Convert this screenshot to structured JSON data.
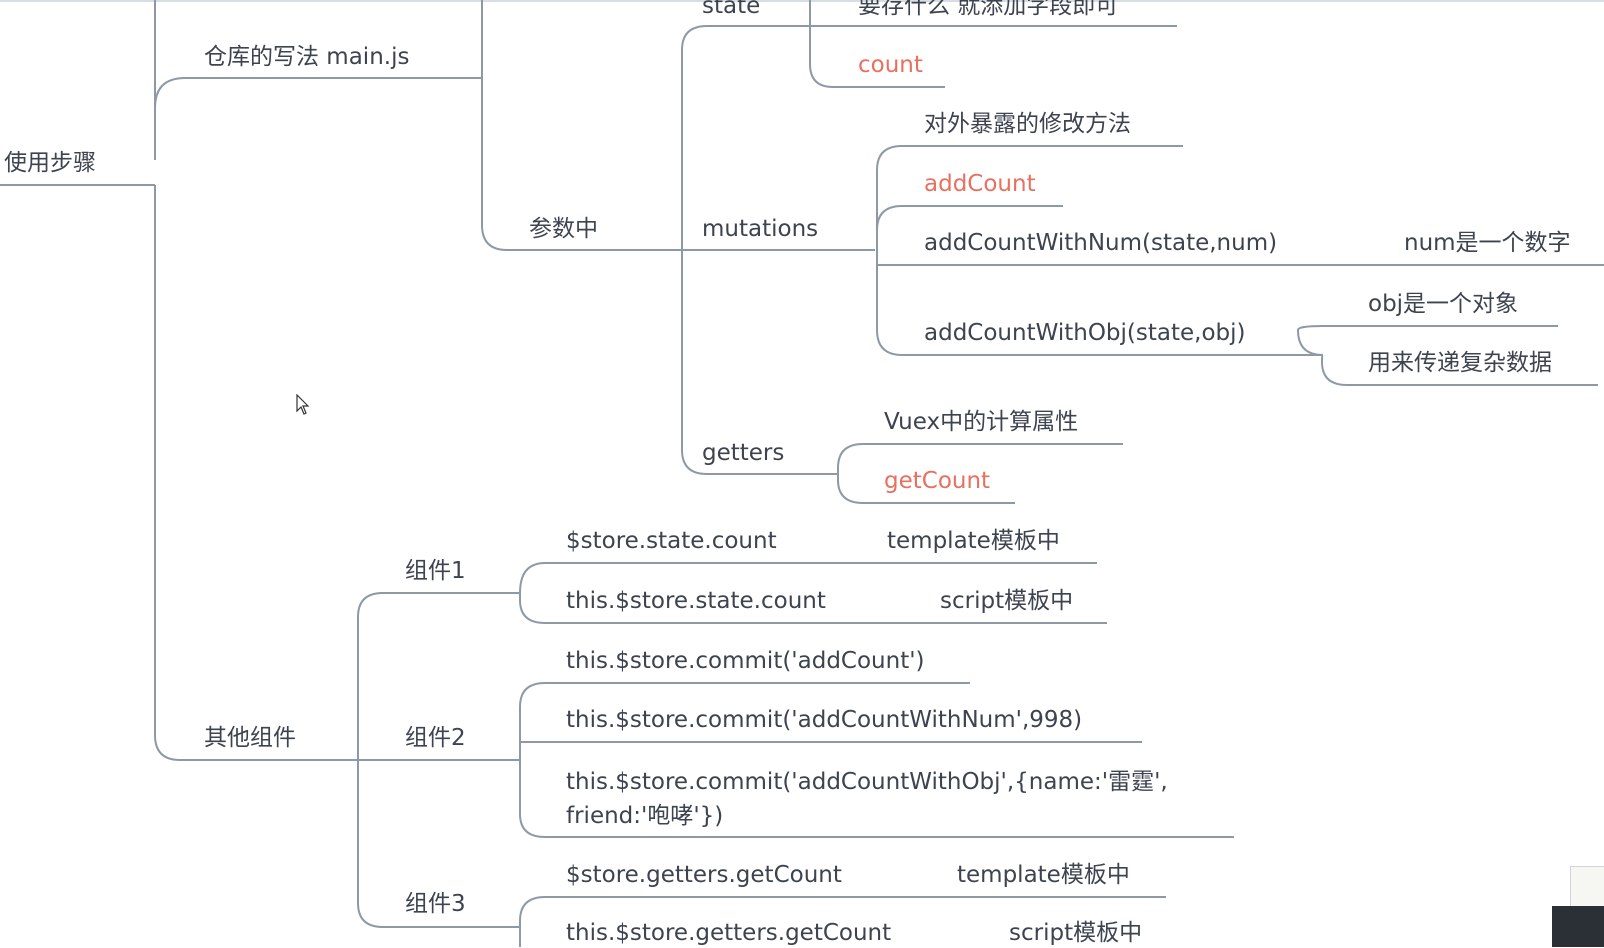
{
  "mindmap": {
    "usage_steps": "使用步骤",
    "store_setup": "仓库的写法 main.js",
    "params": "参数中",
    "state": "state",
    "state_note": "要存什么 就添加字段即可",
    "state_count": "count",
    "mutations": "mutations",
    "mutations_note": "对外暴露的修改方法",
    "add_count": "addCount",
    "add_count_num": "addCountWithNum(state,num)",
    "num_note": "num是一个数字",
    "add_count_obj": "addCountWithObj(state,obj)",
    "obj_note": "obj是一个对象",
    "obj_usage": "用来传递复杂数据",
    "getters": "getters",
    "getters_note": "Vuex中的计算属性",
    "get_count": "getCount",
    "other_components": "其他组件",
    "component1": "组件1",
    "c1_template": "$store.state.count",
    "c1_template_note": "template模板中",
    "c1_script": "this.$store.state.count",
    "c1_script_note": "script模板中",
    "component2": "组件2",
    "c2_commit1": "this.$store.commit('addCount')",
    "c2_commit2": "this.$store.commit('addCountWithNum',998)",
    "c2_commit3": "this.$store.commit('addCountWithObj',{name:'雷霆', friend:'咆哮'})",
    "component3": "组件3",
    "c3_template": "$store.getters.getCount",
    "c3_template_note": "template模板中",
    "c3_script": "this.$store.getters.getCount",
    "c3_script_note": "script模板中"
  },
  "colors": {
    "line": "#8d9aa6",
    "text": "#3d434f",
    "accent": "#e8705f",
    "background": "#ffffff"
  },
  "icons": [
    "mouse-cursor-icon"
  ]
}
